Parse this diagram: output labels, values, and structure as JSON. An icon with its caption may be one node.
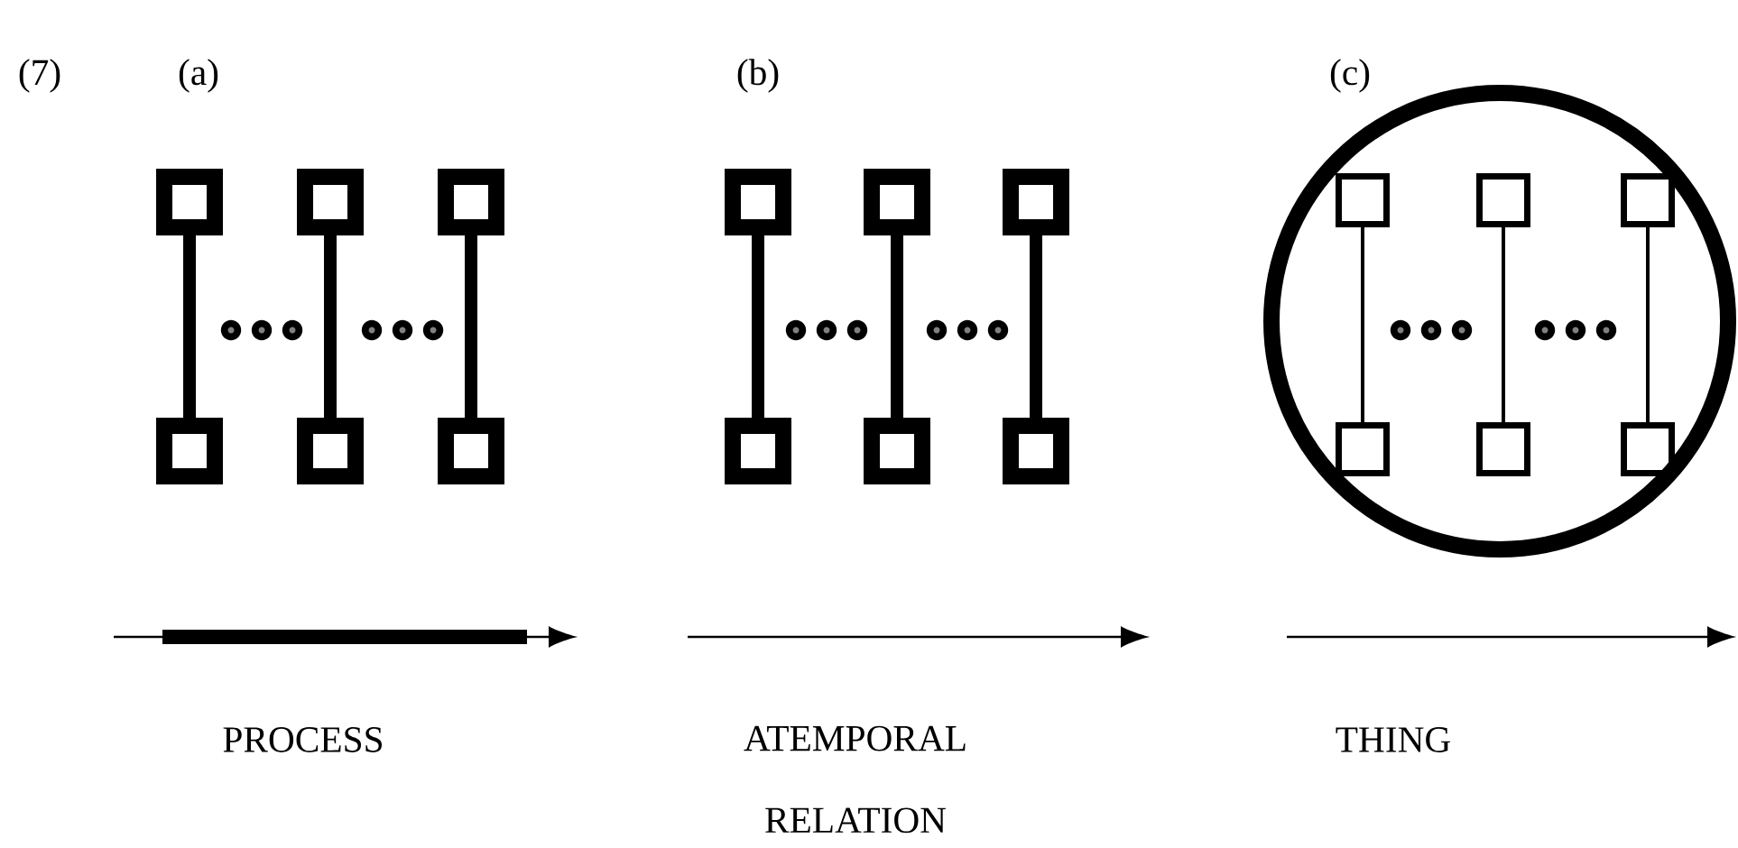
{
  "diagram": {
    "nodes": [
      {
        "text": [],
        "shape": "box"
      },
      {
        "text": [],
        "shape": "box"
      },
      {
        "text": [],
        "shape": "box"
      },
      {
        "text": [],
        "shape": "box"
      },
      {
        "text": [],
        "shape": "box"
      },
      {
        "text": [],
        "shape": "box"
      },
      {
        "text": [],
        "shape": "box"
      },
      {
        "text": [],
        "shape": "box"
      },
      {
        "text": [],
        "shape": "box"
      },
      {
        "text": [],
        "shape": "box"
      },
      {
        "text": [],
        "shape": "box"
      },
      {
        "text": [],
        "shape": "box"
      },
      {
        "text": [],
        "shape": "circle"
      },
      {
        "text": [],
        "shape": "box",
        "in": 12
      },
      {
        "text": [],
        "shape": "box",
        "in": 12
      },
      {
        "text": [],
        "shape": "box",
        "in": 12
      },
      {
        "text": [],
        "shape": "box",
        "in": 12
      },
      {
        "text": [],
        "shape": "box",
        "in": 12
      },
      {
        "text": [],
        "shape": "box",
        "in": 12
      }
    ],
    "edges": [
      {
        "from": 0,
        "to": 3,
        "arrow": "none"
      },
      {
        "from": 1,
        "to": 4,
        "arrow": "none"
      },
      {
        "from": 2,
        "to": 5,
        "arrow": "none"
      },
      {
        "from": 6,
        "to": 9,
        "arrow": "none"
      },
      {
        "from": 7,
        "to": 10,
        "arrow": "none"
      },
      {
        "from": 8,
        "to": 11,
        "arrow": "none"
      },
      {
        "from": 13,
        "to": 16,
        "arrow": "none"
      },
      {
        "from": 14,
        "to": 17,
        "arrow": "none"
      },
      {
        "from": 15,
        "to": 18,
        "arrow": "none"
      }
    ],
    "labels": [
      "(7)",
      "(a)",
      "(b)",
      "(c)",
      "PROCESS",
      "ATEMPORAL RELATION",
      "THING"
    ]
  }
}
